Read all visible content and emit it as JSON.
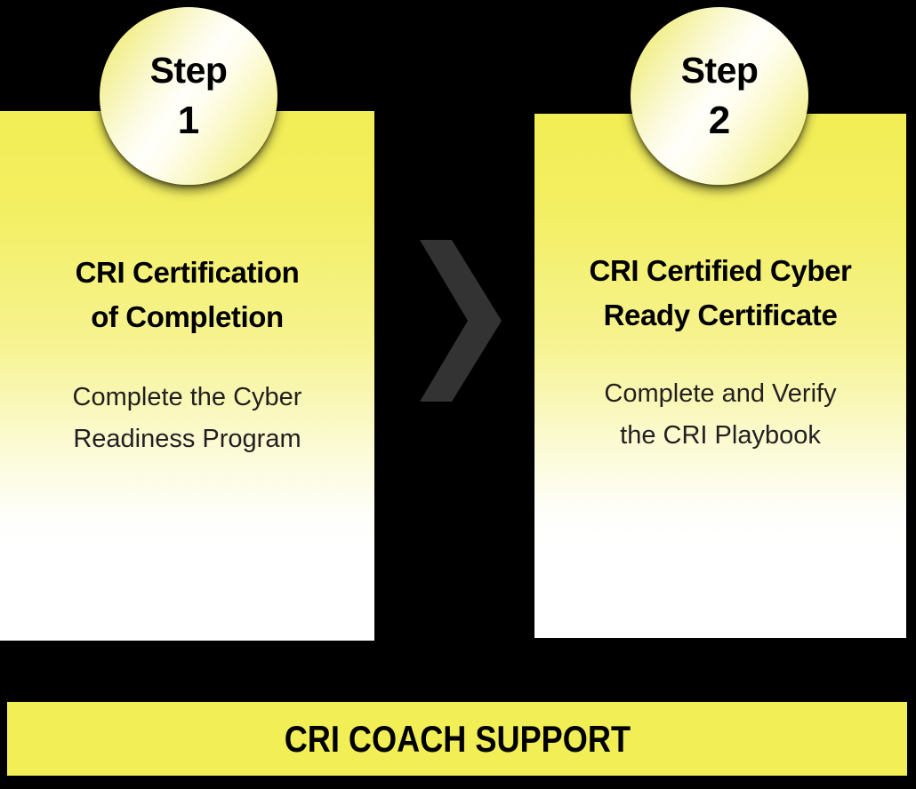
{
  "canvas": {
    "background_color": "#000000",
    "accent_color": "#f2ee55",
    "arrow_color": "#333333",
    "text_color": "#000000"
  },
  "steps": [
    {
      "badge_label": "Step",
      "badge_number": "1",
      "title": "CRI Certification\nof Completion",
      "body": "Complete the Cyber\nReadiness Program"
    },
    {
      "badge_label": "Step",
      "badge_number": "2",
      "title": "CRI Certified Cyber\nReady Certificate",
      "body": "Complete and Verify\nthe CRI Playbook"
    }
  ],
  "arrow": {
    "icon": "chevron-right-icon"
  },
  "banner": {
    "label": "CRI COACH SUPPORT"
  }
}
